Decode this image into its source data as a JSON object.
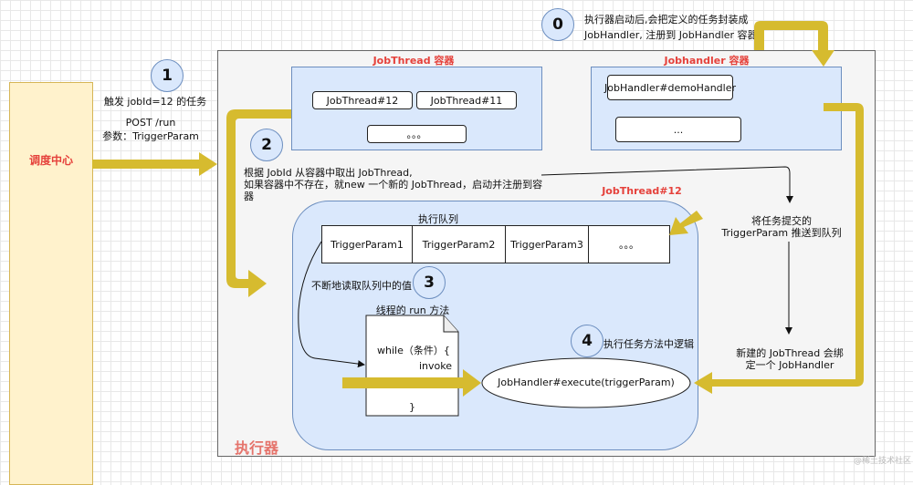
{
  "scheduler": {
    "label": "调度中心"
  },
  "step1": {
    "number": "1",
    "line1": "触发 jobId=12 的任务",
    "line2": "POST /run",
    "line3": "参数：TriggerParam"
  },
  "step0": {
    "number": "0",
    "line1": "执行器启动后,会把定义的任务封装成",
    "line2": "JobHandler, 注册到 JobHandler 容器"
  },
  "executor": {
    "label": "执行器"
  },
  "jobthread_container": {
    "label": "JobThread 容器",
    "items": [
      "JobThread#12",
      "JobThread#11",
      "。。。"
    ]
  },
  "jobhandler_container": {
    "label": "Jobhandler 容器",
    "items": [
      "JobHandler#demoHandler",
      "..."
    ]
  },
  "step2": {
    "number": "2",
    "line1": "根据 JobId 从容器中取出 JobThread,",
    "line2": "如果容器中不存在，就new 一个新的 JobThread，启动并注册到容",
    "line3": "器"
  },
  "jobthread12": {
    "label": "JobThread#12",
    "queue_label": "执行队列",
    "queue": [
      "TriggerParam1",
      "TriggerParam2",
      "TriggerParam3",
      "。。。"
    ]
  },
  "push_note": {
    "line1": "将任务提交的",
    "line2": "TriggerParam 推送到队列"
  },
  "bind_note": {
    "line1": "新建的 JobThread 会绑",
    "line2": "定一个 JobHandler"
  },
  "step3": {
    "number": "3",
    "text": "不断地读取队列中的值"
  },
  "run_method": {
    "label": "线程的 run 方法",
    "line1": "while（条件）{",
    "line2": "invoke",
    "line3": "}"
  },
  "step4": {
    "number": "4",
    "text": "执行任务方法中逻辑"
  },
  "execute": {
    "label": "JobHandler#execute(triggerParam)"
  },
  "watermark": "@稀土技术社区",
  "colors": {
    "yellow_arrow": "#d6bb2f",
    "blue_fill": "#dae8fc",
    "red_label": "#e5413b",
    "scheduler_fill": "#fff2cc"
  }
}
